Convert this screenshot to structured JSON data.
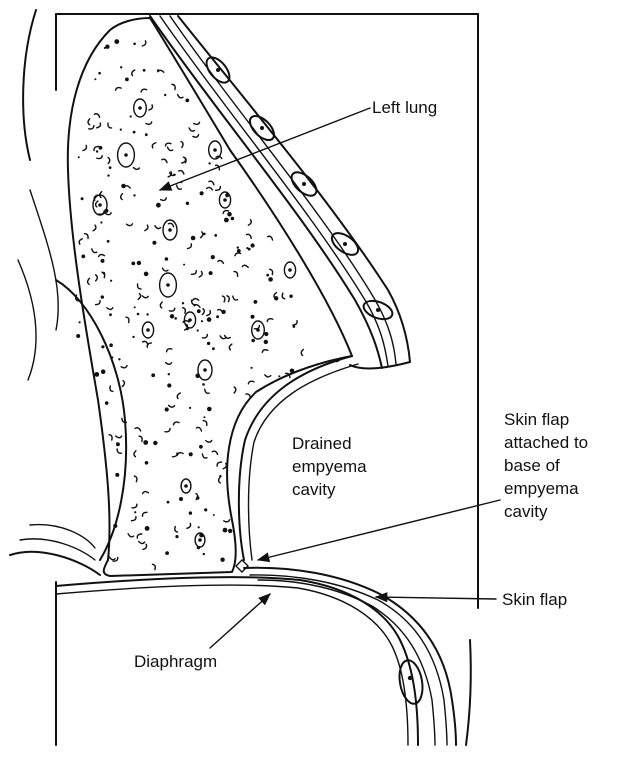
{
  "labels": {
    "left_lung": "Left lung",
    "drained_cavity": "Drained\nempyema\ncavity",
    "skin_flap_attached": "Skin flap\nattached to\nbase of\nempyema\ncavity",
    "skin_flap": "Skin flap",
    "diaphragm": "Diaphragm"
  },
  "colors": {
    "ink": "#111111",
    "background": "#ffffff"
  }
}
